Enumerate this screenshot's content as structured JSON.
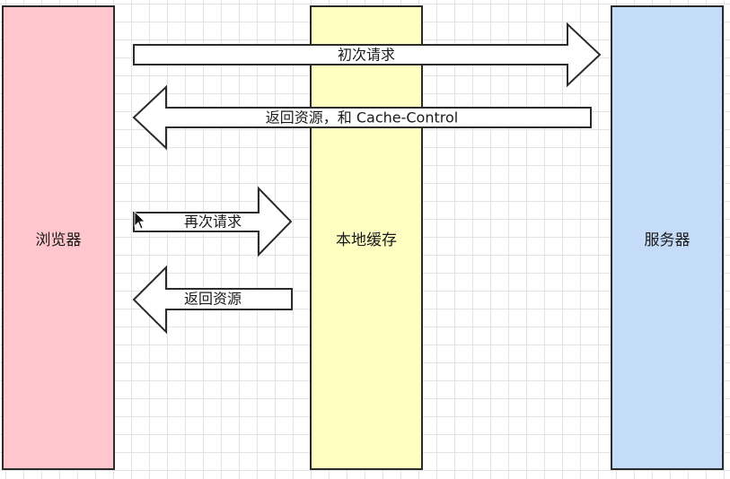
{
  "columns": {
    "browser": {
      "label": "浏览器",
      "color": "#ffc7cd"
    },
    "cache": {
      "label": "本地缓存",
      "color": "#ffffc2"
    },
    "server": {
      "label": "服务器",
      "color": "#c4dcf8"
    }
  },
  "arrows": {
    "initial_request": {
      "label": "初次请求",
      "direction": "right"
    },
    "return_with_cache_control": {
      "label": "返回资源，和 Cache-Control",
      "direction": "left"
    },
    "repeat_request": {
      "label": "再次请求",
      "direction": "right"
    },
    "return_resource": {
      "label": "返回资源",
      "direction": "left"
    }
  },
  "cursor": {
    "icon": "mouse-pointer-icon"
  }
}
